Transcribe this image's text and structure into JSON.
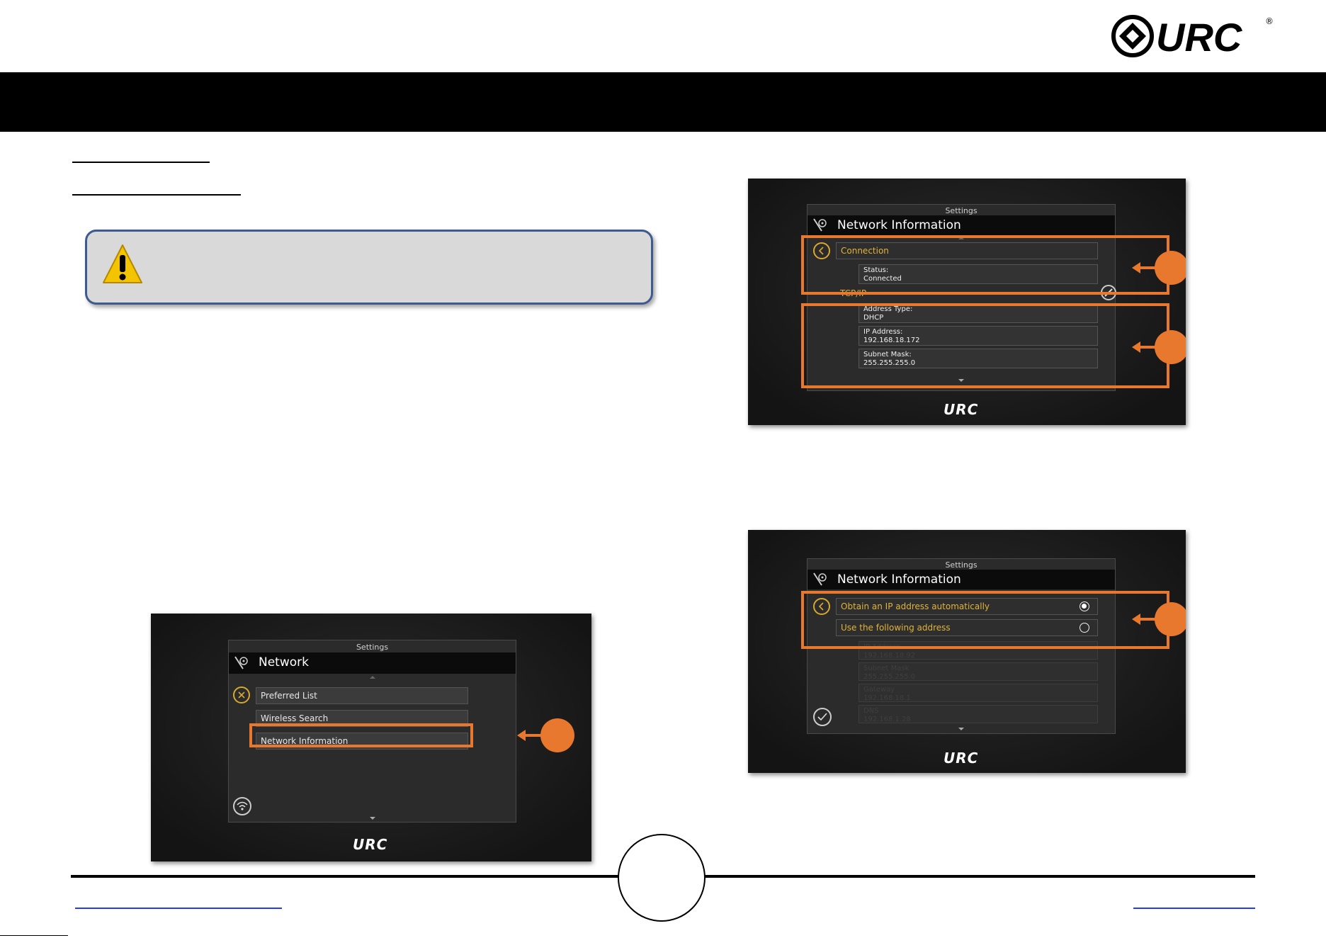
{
  "header": {
    "logo_text": "URC",
    "registered_mark": "®"
  },
  "warning": {
    "icon": "warning-triangle-icon"
  },
  "screens": {
    "network": {
      "settings_label": "Settings",
      "title": "Network",
      "items": [
        "Preferred List",
        "Wireless Search",
        "Network Information"
      ],
      "logo_text": "URC"
    },
    "network_info": {
      "settings_label": "Settings",
      "title": "Network Information",
      "connection_label": "Connection",
      "status_label": "Status:",
      "status_value": "Connected",
      "tcpip_label": "TCP/IP",
      "address_type_label": "Address Type:",
      "address_type_value": "DHCP",
      "ip_label": "IP Address:",
      "ip_value": "192.168.18.172",
      "mask_label": "Subnet Mask:",
      "mask_value": "255.255.255.0",
      "logo_text": "URC"
    },
    "network_info_edit": {
      "settings_label": "Settings",
      "title": "Network Information",
      "option_auto": "Obtain an IP address automatically",
      "option_manual": "Use the following address",
      "auto_selected": true,
      "dim_fields": [
        {
          "label": "IP Address",
          "value": "192.168.18.92"
        },
        {
          "label": "Subnet Mask",
          "value": "255.255.255.0"
        },
        {
          "label": "Gateway",
          "value": "192.168.18.1"
        },
        {
          "label": "DNS",
          "value": "192.168.1.28"
        }
      ],
      "logo_text": "URC"
    }
  },
  "colors": {
    "accent_orange": "#e8782e",
    "gold": "#e0b33a",
    "banner": "#000000"
  }
}
